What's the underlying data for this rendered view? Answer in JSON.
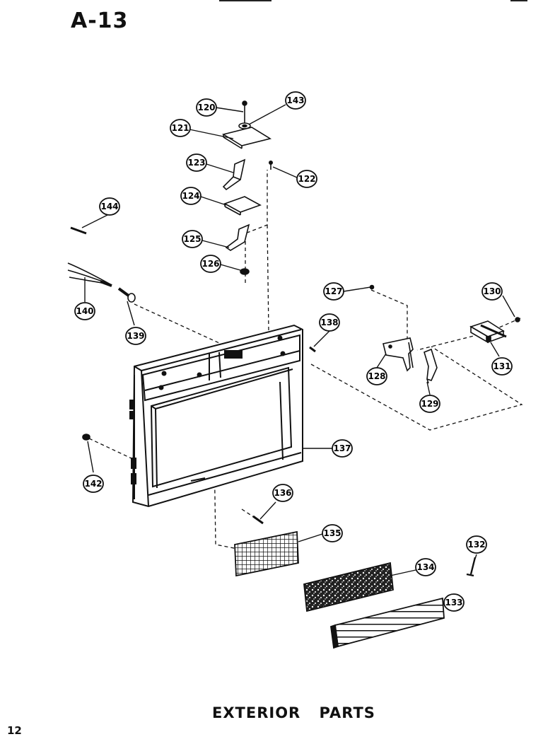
{
  "header": {
    "title": "A-13"
  },
  "footer": {
    "caption": "EXTERIOR PARTS",
    "page_number": "12"
  },
  "callouts": {
    "c120": "120",
    "c121": "121",
    "c123": "123",
    "c124": "124",
    "c125": "125",
    "c126": "126",
    "c122": "122",
    "c143": "143",
    "c144": "144",
    "c140": "140",
    "c139": "139",
    "c138": "138",
    "c127": "127",
    "c130": "130",
    "c128": "128",
    "c129": "129",
    "c131": "131",
    "c137": "137",
    "c142": "142",
    "c136": "136",
    "c135": "135",
    "c132": "132",
    "c134": "134",
    "c133": "133"
  }
}
